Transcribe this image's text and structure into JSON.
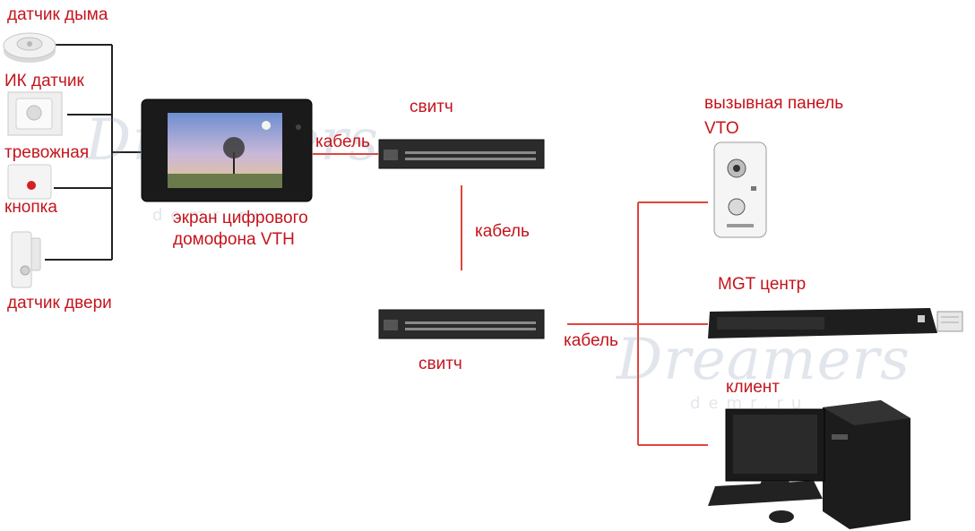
{
  "labels": {
    "smoke_sensor": "датчик дыма",
    "ir_sensor": "ИК датчик",
    "alarm_button_line1": "тревожная",
    "alarm_button_line2": "кнопка",
    "door_sensor": "датчик двери",
    "monitor": "экран цифрового домофона VTH",
    "cable_monitor": "кабель",
    "switch_top": "свитч",
    "cable_vertical": "кабель",
    "switch_bottom": "свитч",
    "cable_right": "кабель",
    "call_panel": "вызывная панель VTO",
    "mgt_center": "MGT центр",
    "client": "клиент"
  },
  "watermark": {
    "text": "Dreamers",
    "sub": "demr.ru"
  },
  "colors": {
    "label": "#c4141c",
    "cable": "#e0453e",
    "bracket": "#222222"
  }
}
